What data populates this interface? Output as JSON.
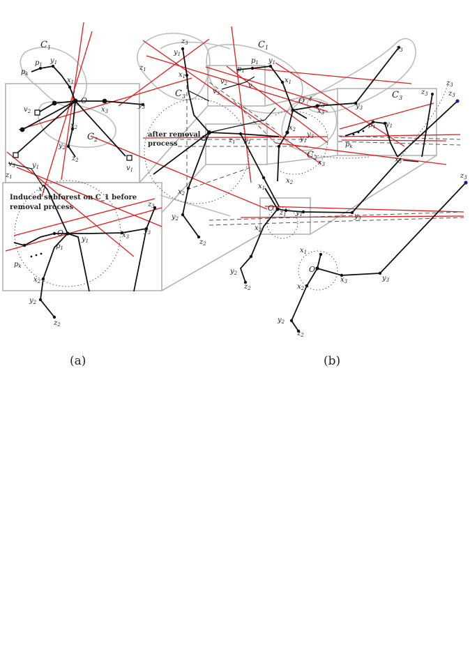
{
  "panel_a": {
    "cluster_labels": [
      "C_1",
      "C_2",
      "C_3"
    ],
    "inset_note_line1": "Induced subforest on C_1 before",
    "inset_note_line2": "removal process",
    "mid_note_line1": "after removal",
    "mid_note_line2": "process",
    "caption": "(a)"
  },
  "panel_b": {
    "cluster_labels": [
      "C_1",
      "C_2",
      "C_3"
    ],
    "caption": "(b)"
  },
  "colors": {
    "tree": "#111111",
    "cut_lines": "#e41a1c",
    "cluster_outline": "#bdbdbd",
    "highlight_node": "#1f1f8f"
  }
}
